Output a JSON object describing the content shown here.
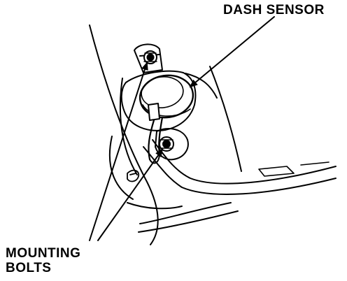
{
  "diagram": {
    "labels": {
      "dash_sensor": "DASH SENSOR",
      "mounting_bolts_line1": "MOUNTING",
      "mounting_bolts_line2": "BOLTS"
    },
    "colors": {
      "ink": "#000000",
      "paper": "#ffffff"
    }
  }
}
